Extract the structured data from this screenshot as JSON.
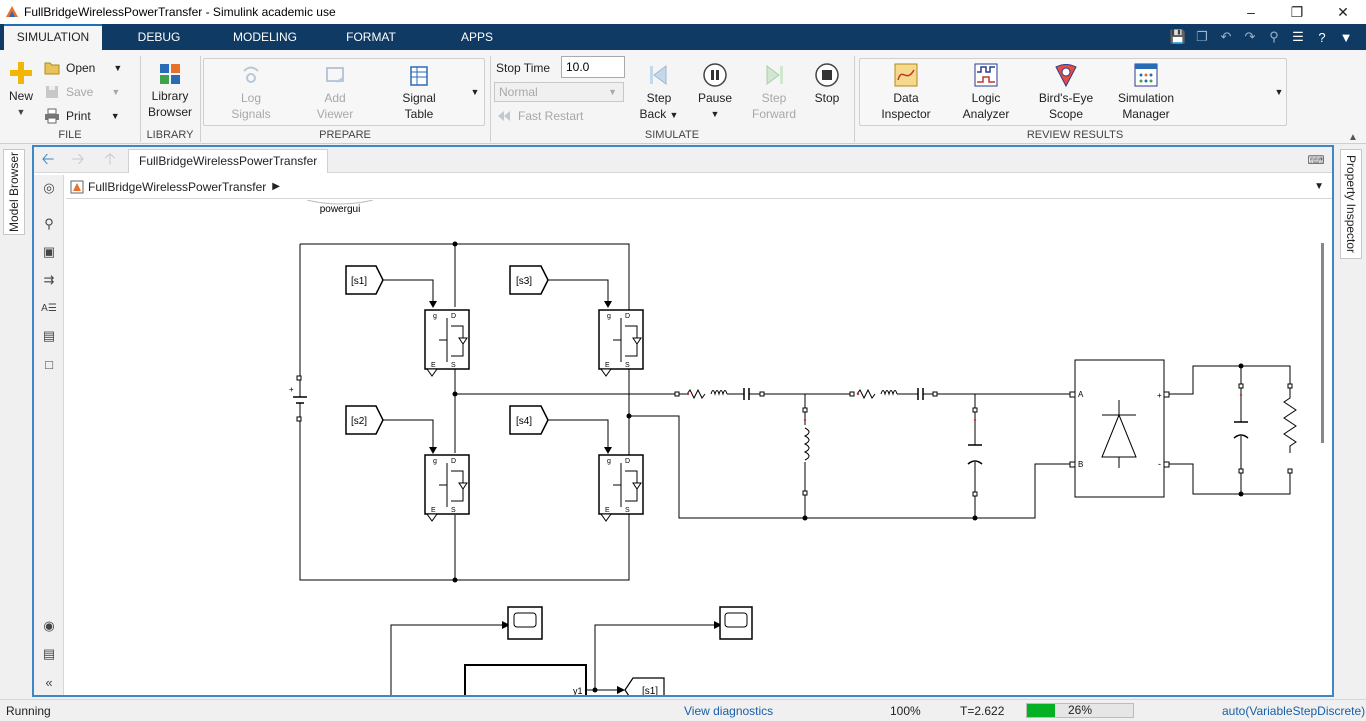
{
  "window": {
    "title": "FullBridgeWirelessPowerTransfer - Simulink academic use",
    "controls": [
      "minimize",
      "restore",
      "close"
    ]
  },
  "tabs": [
    {
      "label": "SIMULATION",
      "active": true
    },
    {
      "label": "DEBUG",
      "active": false
    },
    {
      "label": "MODELING",
      "active": false
    },
    {
      "label": "FORMAT",
      "active": false
    },
    {
      "label": "APPS",
      "active": false
    }
  ],
  "ribbon": {
    "file": {
      "label": "FILE",
      "new": "New",
      "open": "Open",
      "save": "Save",
      "print": "Print"
    },
    "library": {
      "label": "LIBRARY",
      "browser_line1": "Library",
      "browser_line2": "Browser"
    },
    "prepare": {
      "label": "PREPARE",
      "log_line1": "Log",
      "log_line2": "Signals",
      "add_line1": "Add",
      "add_line2": "Viewer",
      "table_line1": "Signal",
      "table_line2": "Table"
    },
    "simulate": {
      "label": "SIMULATE",
      "stop_time_label": "Stop Time",
      "stop_time_value": "10.0",
      "mode": "Normal",
      "fast_restart": "Fast Restart",
      "step_back_line1": "Step",
      "step_back_line2": "Back",
      "pause": "Pause",
      "step_forward_line1": "Step",
      "step_forward_line2": "Forward",
      "stop": "Stop"
    },
    "review": {
      "label": "REVIEW RESULTS",
      "data_line1": "Data",
      "data_line2": "Inspector",
      "logic_line1": "Logic",
      "logic_line2": "Analyzer",
      "birds_line1": "Bird's-Eye",
      "birds_line2": "Scope",
      "sim_line1": "Simulation",
      "sim_line2": "Manager"
    }
  },
  "side_tabs": {
    "left": "Model Browser",
    "right": "Property Inspector"
  },
  "editor": {
    "model_tab": "FullBridgeWirelessPowerTransfer",
    "breadcrumb": "FullBridgeWirelessPowerTransfer"
  },
  "diagram": {
    "powergui_label": "powergui",
    "goto_tags": [
      "[s1]",
      "[s3]",
      "[s2]",
      "[s4]"
    ],
    "lower_tag": "[s1]",
    "lower_port": "y1",
    "mosfet_pins": {
      "gate": "g",
      "drain": "D",
      "emitter": "E",
      "source": "S"
    },
    "bridge_pins": {
      "a": "A",
      "b": "B",
      "plus": "+",
      "minus": "-"
    },
    "battery_plus": "+"
  },
  "colors": {
    "tab_bar": "#0e3a63",
    "editor_border": "#3c87c6",
    "progress_fill": "#06b025",
    "link": "#1a5fa8",
    "resistor_mark": "#c0392b"
  },
  "status": {
    "state": "Running",
    "diagnostics": "View diagnostics",
    "zoom": "100%",
    "time": "T=2.622",
    "progress_percent": 26,
    "progress_text": "26%",
    "solver": "auto(VariableStepDiscrete)"
  }
}
